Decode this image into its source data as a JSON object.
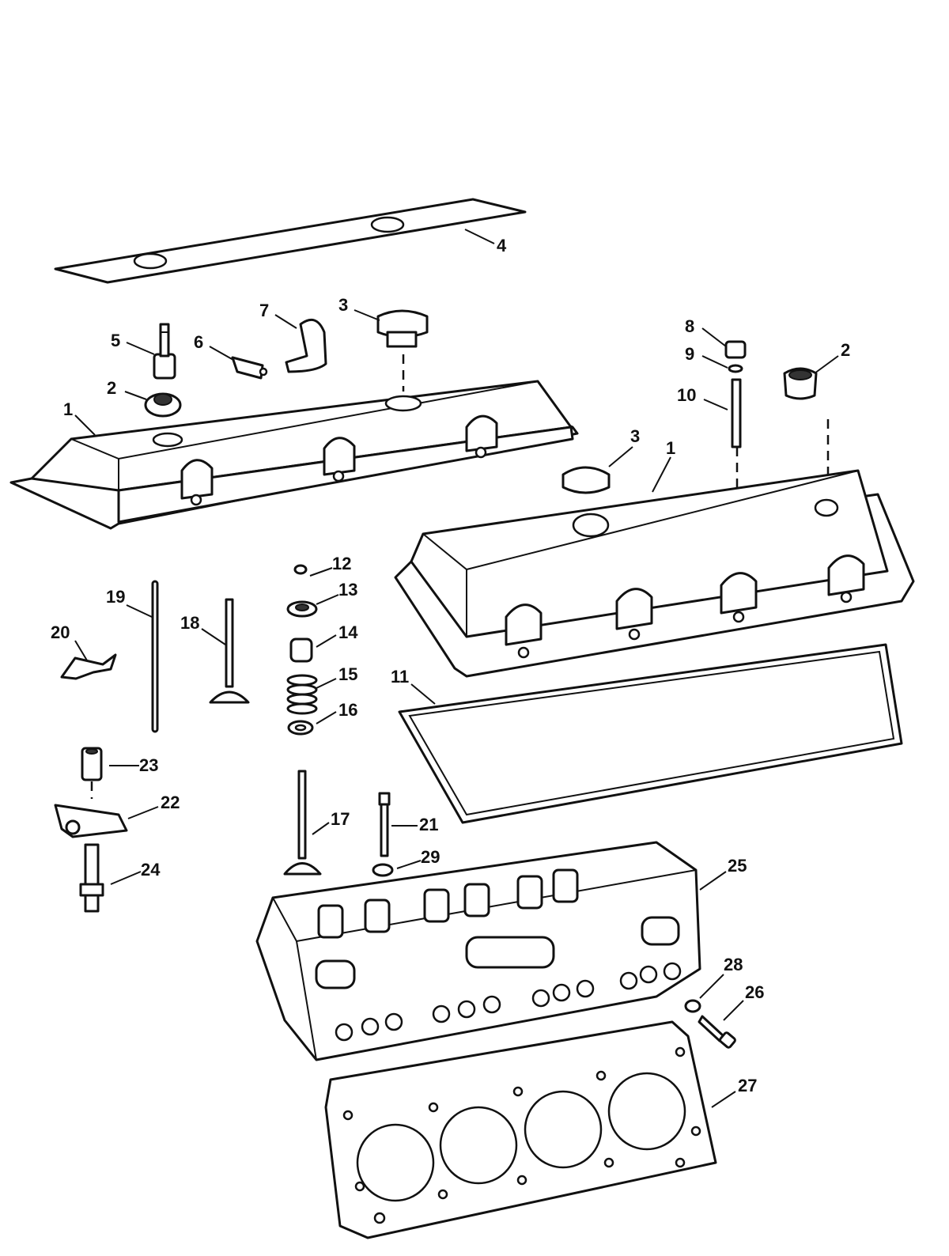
{
  "callouts": {
    "c1a": "1",
    "c1b": "1",
    "c2a": "2",
    "c2b": "2",
    "c3a": "3",
    "c3b": "3",
    "c4": "4",
    "c5": "5",
    "c6": "6",
    "c7": "7",
    "c8": "8",
    "c9": "9",
    "c10": "10",
    "c11": "11",
    "c12": "12",
    "c13": "13",
    "c14": "14",
    "c15": "15",
    "c16": "16",
    "c17": "17",
    "c18": "18",
    "c19": "19",
    "c20": "20",
    "c21": "21",
    "c22": "22",
    "c23": "23",
    "c24": "24",
    "c25": "25",
    "c26": "26",
    "c27": "27",
    "c28": "28",
    "c29": "29"
  }
}
